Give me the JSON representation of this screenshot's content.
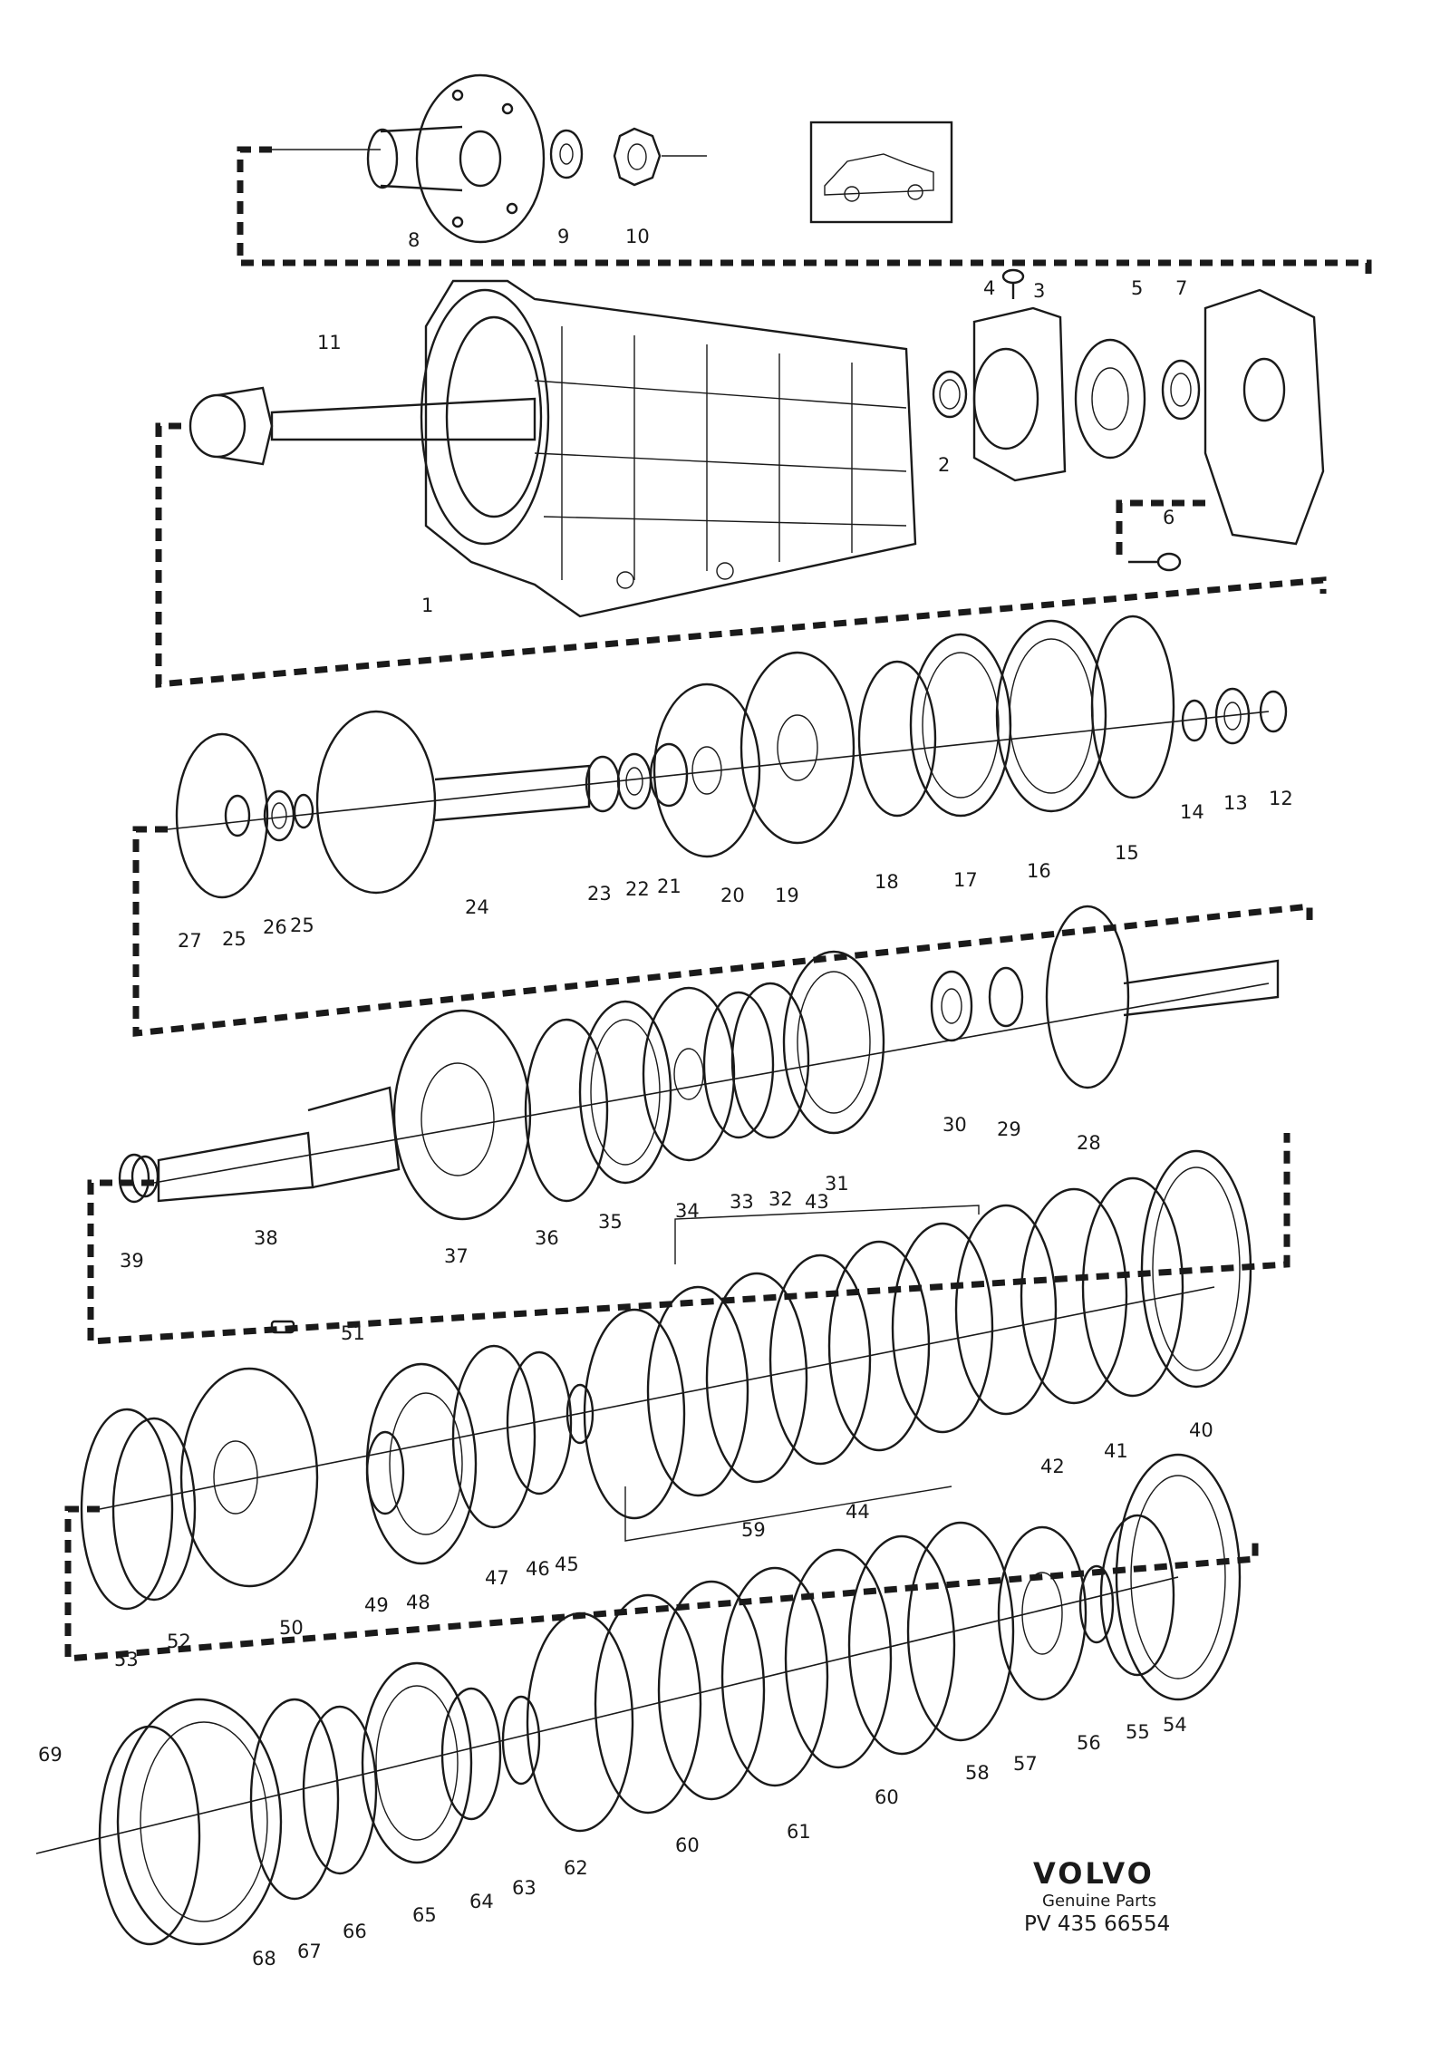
{
  "brand": {
    "name": "VOLVO",
    "subtitle": "Genuine Parts",
    "code": "PV 435 66554"
  },
  "parts": {
    "p1": "1",
    "p2": "2",
    "p3": "3",
    "p4": "4",
    "p5": "5",
    "p6": "6",
    "p7": "7",
    "p8": "8",
    "p9": "9",
    "p10": "10",
    "p11": "11",
    "p12": "12",
    "p13": "13",
    "p14": "14",
    "p15": "15",
    "p16": "16",
    "p17": "17",
    "p18": "18",
    "p19": "19",
    "p20": "20",
    "p21": "21",
    "p22": "22",
    "p23": "23",
    "p24": "24",
    "p25a": "25",
    "p25b": "25",
    "p26": "26",
    "p27": "27",
    "p28": "28",
    "p29": "29",
    "p30": "30",
    "p31": "31",
    "p32": "32",
    "p33": "33",
    "p34": "34",
    "p35": "35",
    "p36": "36",
    "p37": "37",
    "p38": "38",
    "p39": "39",
    "p40": "40",
    "p41": "41",
    "p42": "42",
    "p43": "43",
    "p44": "44",
    "p45": "45",
    "p46": "46",
    "p47": "47",
    "p48": "48",
    "p49": "49",
    "p50": "50",
    "p51": "51",
    "p52": "52",
    "p53": "53",
    "p54": "54",
    "p55": "55",
    "p56": "56",
    "p57": "57",
    "p58": "58",
    "p59": "59",
    "p60a": "60",
    "p60b": "60",
    "p61": "61",
    "p62": "62",
    "p63": "63",
    "p64": "64",
    "p65": "65",
    "p66": "66",
    "p67": "67",
    "p68": "68",
    "p69": "69"
  }
}
